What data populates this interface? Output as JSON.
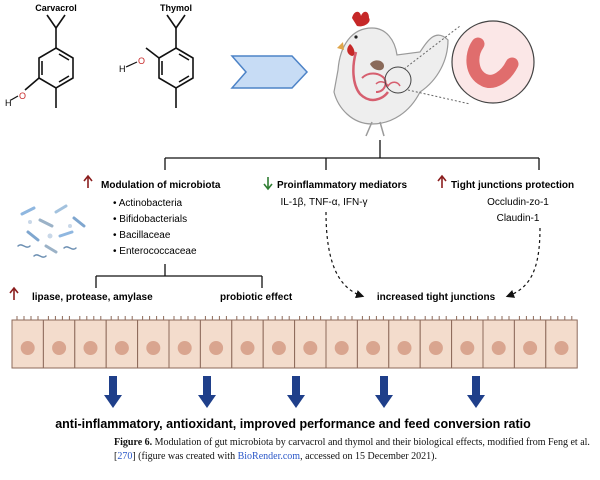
{
  "molecules": {
    "carvacrol": {
      "name": "Carvacrol",
      "h_label": "H",
      "o_label": "O"
    },
    "thymol": {
      "name": "Thymol",
      "h_label": "H",
      "o_label": "O"
    }
  },
  "icons": [
    "chevron-arrow-icon",
    "chicken-icon",
    "intestine-icon",
    "bacteria-icon",
    "up-arrow-icon",
    "down-arrow-icon"
  ],
  "colors": {
    "up_arrow": "#8b1e1e",
    "down_arrow": "#2f7d32",
    "big_arrow": "#1f3f8a",
    "cell_fill": "#f3dccc",
    "cell_nucleus": "#d9a58f",
    "chevron": "#c7dcf5"
  },
  "effects": {
    "microbiota": {
      "title": "Modulation of microbiota",
      "items": [
        "Actinobacteria",
        "Bifidobacterials",
        "Bacillaceae",
        "Enterococcaceae"
      ]
    },
    "inflammation": {
      "title": "Proinflammatory mediators",
      "detail": "IL-1β, TNF-α, IFN-γ"
    },
    "tight_junctions": {
      "title": "Tight junctions protection",
      "items": [
        "Occludin-zo-1",
        "Claudin-1"
      ]
    }
  },
  "outcomes": {
    "enzymes": "lipase, protease, amylase",
    "probiotic": "probiotic effect",
    "tight": "increased tight junctions",
    "final": "anti-inflammatory, antioxidant, improved performance and feed conversion ratio"
  },
  "caption": {
    "lead": "Figure 6.",
    "text1": " Modulation of gut microbiota by carvacrol and thymol and their biological effects, modified from Feng et al. [",
    "ref": "270",
    "text2": "] (figure was created with ",
    "link": "BioRender.com",
    "text3": ", accessed on 15 December 2021)."
  }
}
